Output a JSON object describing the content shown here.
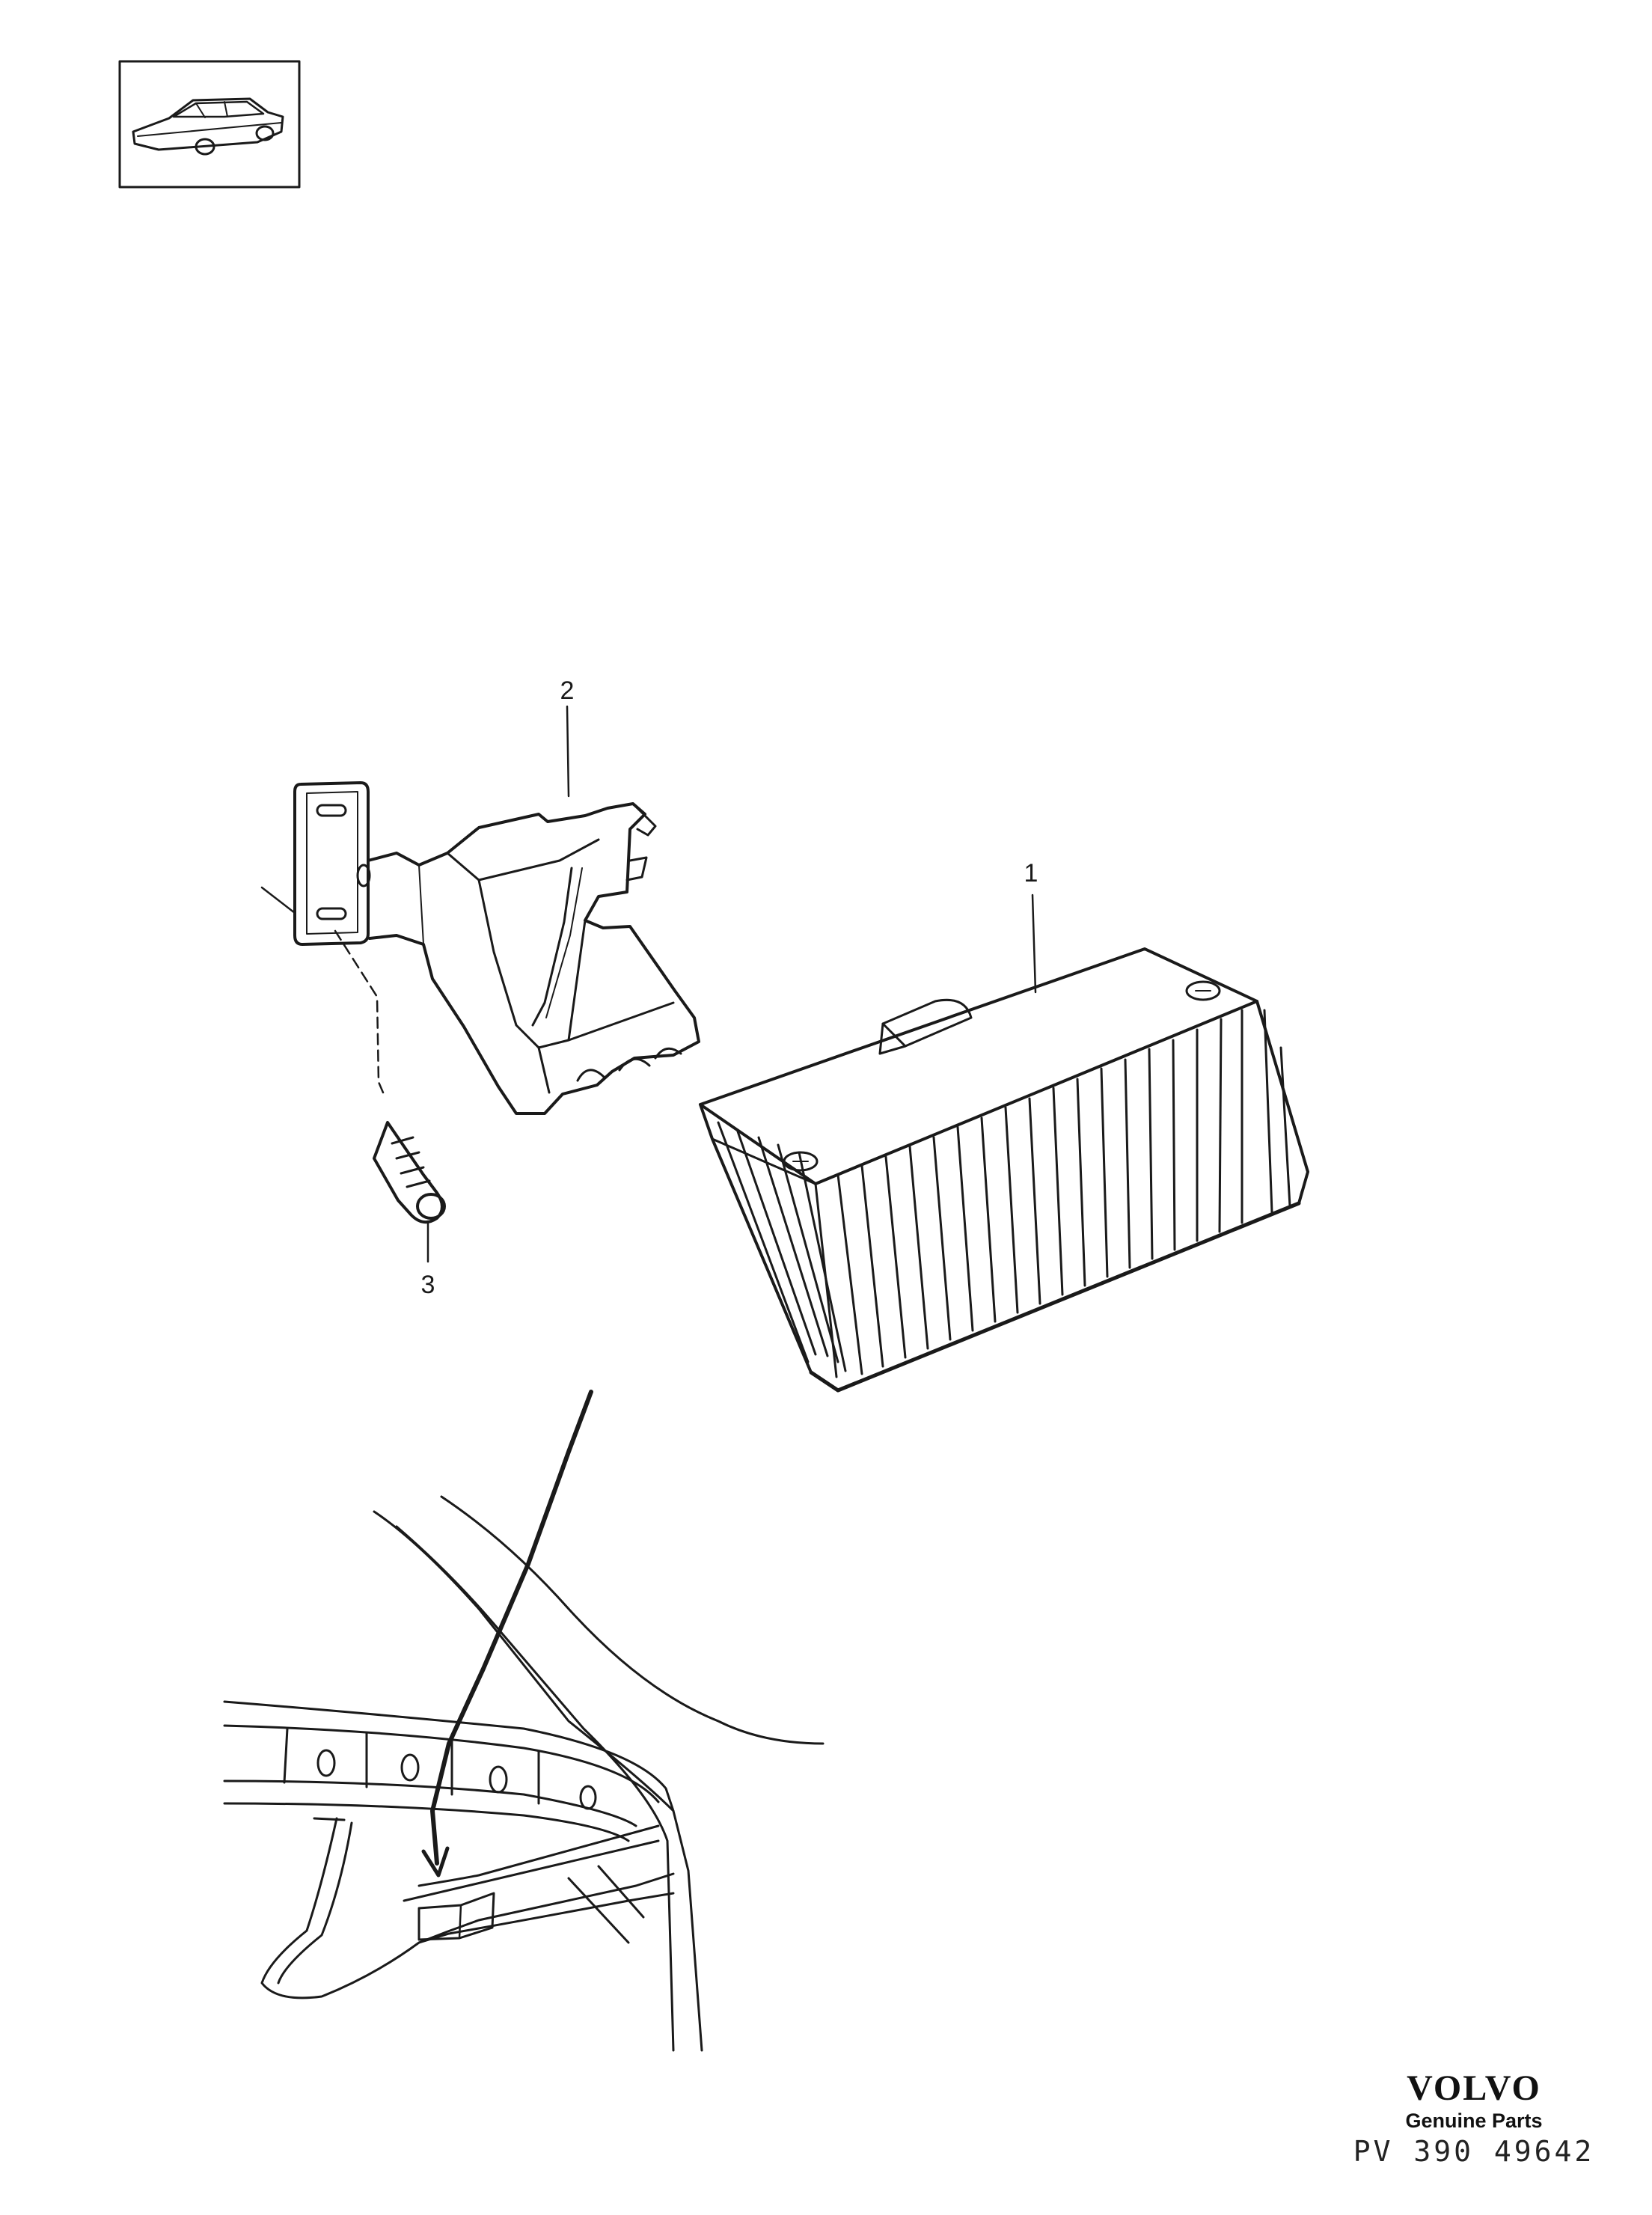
{
  "diagram": {
    "callouts": [
      {
        "id": "1",
        "label": "1"
      },
      {
        "id": "2",
        "label": "2"
      },
      {
        "id": "3",
        "label": "3"
      }
    ]
  },
  "footer": {
    "brand_logo": "VOLVO",
    "tagline": "Genuine Parts",
    "reference": "PV 390 49642"
  },
  "colors": {
    "line": "#1a1a1a",
    "background": "#ffffff"
  }
}
